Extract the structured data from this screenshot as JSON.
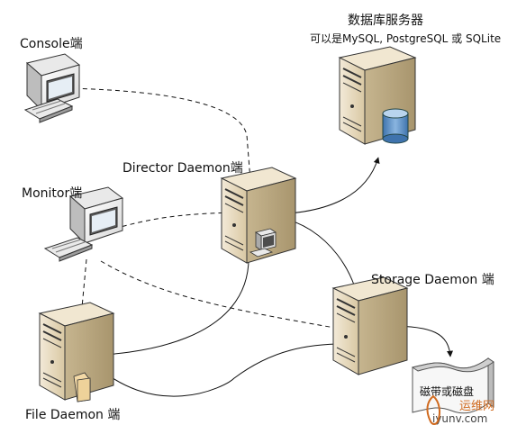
{
  "labels": {
    "console": "Console端",
    "monitor": "Monitor端",
    "director": "Director Daemon端",
    "storage": "Storage Daemon 端",
    "file": "File Daemon 端",
    "db_title": "数据库服务器",
    "db_sub": "可以是MySQL, PostgreSQL 或 SQLite",
    "tape": "磁带或磁盘"
  },
  "watermark": {
    "text_cn": "运维网",
    "text_en": "iyunv.com"
  },
  "colors": {
    "server_body": "#e8dcc2",
    "server_side": "#b9a883",
    "line": "#111111",
    "db_cylinder": "#5b8fc7",
    "watermark": "#d06a1f"
  }
}
